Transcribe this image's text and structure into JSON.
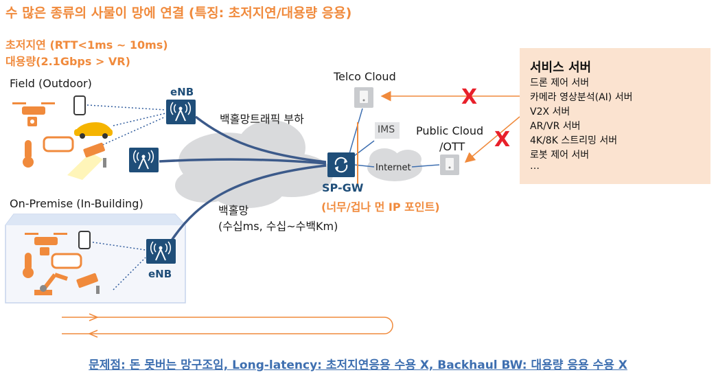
{
  "title": "수 많은 종류의 사물이 망에 연결 (특징: 초저지연/대용량 응용)",
  "requirements": {
    "latency": "초저지연 (RTT<1ms ~ 10ms)",
    "capacity": "대용량(2.1Gbps > VR)"
  },
  "field_label": "Field (Outdoor)",
  "onprem_label": "On-Premise (In-Building)",
  "enb_top_label": "eNB",
  "enb_bottom_label": "eNB",
  "backhaul_traffic_label": "백홀망트래픽 부하",
  "backhaul_label": "백홀망",
  "backhaul_sub_label": "(수십ms, 수십~수백Km)",
  "telco_cloud_label": "Telco Cloud",
  "ims_label": "IMS",
  "internet_label": "Internet",
  "public_cloud_label": "Public Cloud",
  "ott_label": "/OTT",
  "spgw_label": "SP-GW",
  "spgw_note": "(너무/겁나 먼 IP 포인트)",
  "server_box": {
    "title": "서비스 서버",
    "items": [
      "드론 제어 서버",
      "카메라 영상분석(AI) 서버",
      "V2X 서버",
      "AR/VR 서버",
      "4K/8K 스트리밍 서버",
      "로봇 제어 서버",
      "…"
    ]
  },
  "x_marks": [
    "X",
    "X"
  ],
  "bottom_note": "문제점: 돈 못버는 망구조임, Long-latency: 초저지연응용 수용 X, Backhaul BW: 대용량 응용 수용 X",
  "colors": {
    "accent": "#f08a3c",
    "navy": "#1f4e79",
    "link": "#3e6fb0",
    "x": "#e8202a"
  }
}
